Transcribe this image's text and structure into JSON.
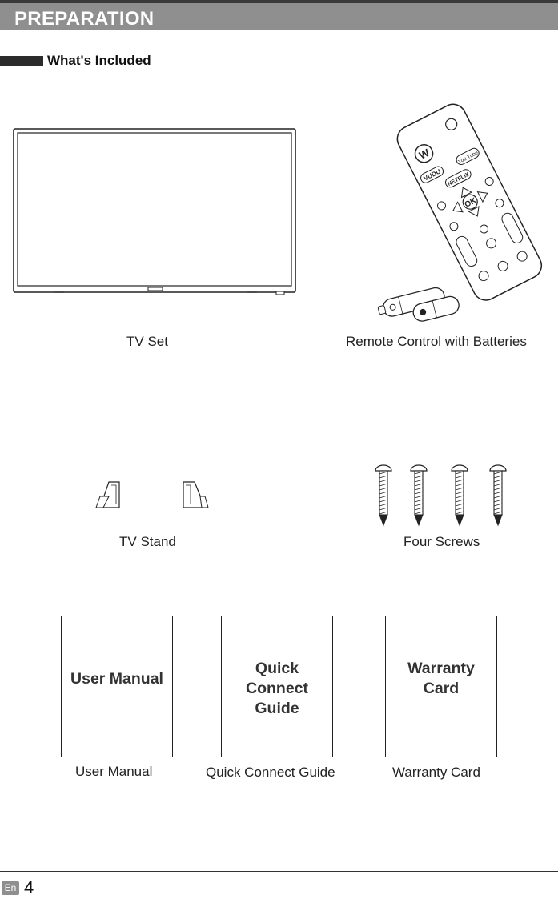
{
  "header": {
    "title": "PREPARATION"
  },
  "section": {
    "title": "What's Included"
  },
  "items": [
    {
      "caption": "TV Set"
    },
    {
      "caption": "Remote Control with Batteries"
    },
    {
      "caption": "TV Stand"
    },
    {
      "caption": "Four Screws"
    },
    {
      "caption": "User Manual",
      "cover": [
        "User Manual"
      ]
    },
    {
      "caption": "Quick Connect Guide",
      "cover": [
        "Quick",
        "Connect",
        "Guide"
      ]
    },
    {
      "caption": "Warranty Card",
      "cover": [
        "Warranty",
        "Card"
      ]
    }
  ],
  "remote": {
    "buttons": [
      "VUDU",
      "You Tube",
      "NETFLIX",
      "OK",
      "W"
    ]
  },
  "footer": {
    "lang": "En",
    "page": "4"
  }
}
